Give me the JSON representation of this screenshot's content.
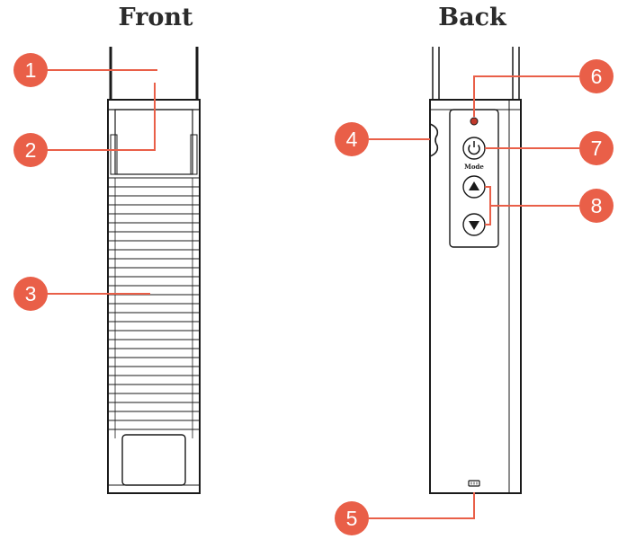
{
  "titles": {
    "front": "Front",
    "back": "Back"
  },
  "labels": {
    "mode": "Mode"
  },
  "colors": {
    "callout": "#e95f48",
    "line": "#e95f48",
    "device_outline": "#1a1a1a",
    "indicator_led": "#c0392b"
  },
  "callouts": [
    {
      "number": "1",
      "part": "front-top"
    },
    {
      "number": "2",
      "part": "front-upper-panel"
    },
    {
      "number": "3",
      "part": "front-grille"
    },
    {
      "number": "4",
      "part": "side-port"
    },
    {
      "number": "5",
      "part": "bottom-port"
    },
    {
      "number": "6",
      "part": "indicator-light"
    },
    {
      "number": "7",
      "part": "power-button"
    },
    {
      "number": "8",
      "part": "up-down-buttons"
    }
  ],
  "icons": [
    "power-icon",
    "up-arrow-icon",
    "down-arrow-icon"
  ]
}
